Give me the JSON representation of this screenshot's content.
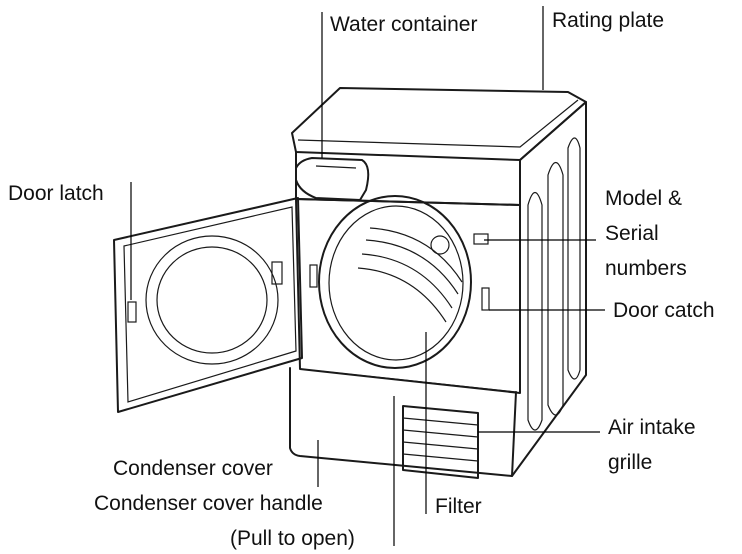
{
  "labels": {
    "water_container": "Water container",
    "rating_plate": "Rating plate",
    "door_latch": "Door latch",
    "model_serial_1": "Model &",
    "model_serial_2": "Serial",
    "model_serial_3": "numbers",
    "door_catch": "Door catch",
    "air_intake_1": "Air intake",
    "air_intake_2": "grille",
    "condenser_cover": "Condenser cover",
    "condenser_handle": "Condenser cover handle",
    "pull_to_open": "(Pull to open)",
    "filter": "Filter"
  },
  "colors": {
    "line": "#1a1a1a",
    "text": "#111111",
    "background": "#ffffff"
  }
}
